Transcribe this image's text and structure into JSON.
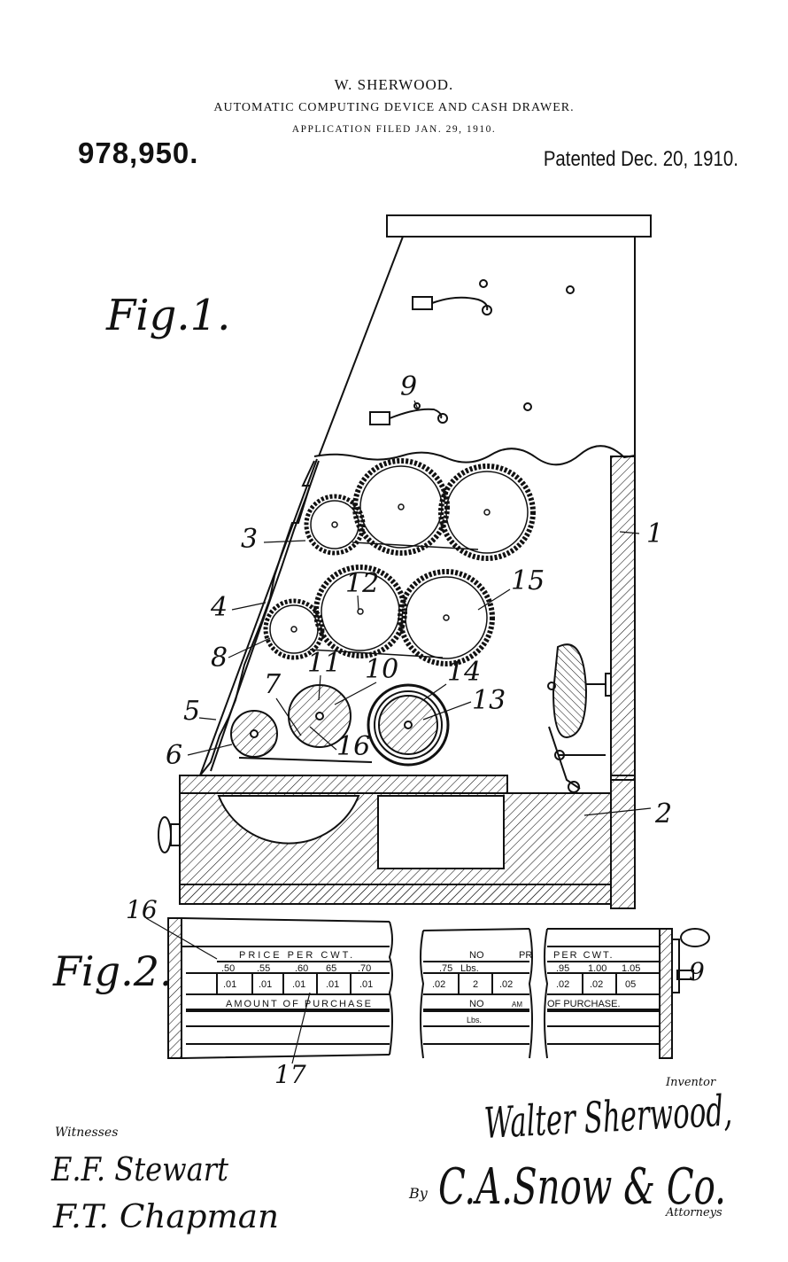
{
  "header": {
    "inventor": "W. SHERWOOD.",
    "title": "AUTOMATIC COMPUTING DEVICE AND CASH DRAWER.",
    "filed": "APPLICATION FILED JAN. 29, 1910.",
    "patent_number": "978,950.",
    "patented": "Patented Dec. 20, 1910."
  },
  "figures": {
    "fig1_label": "Fig.1.",
    "fig2_label": "Fig.2."
  },
  "reference_numerals": {
    "n1": "1",
    "n2": "2",
    "n3": "3",
    "n4": "4",
    "n5": "5",
    "n6": "6",
    "n7": "7",
    "n8": "8",
    "n9": "9",
    "n9b": "9",
    "n10": "10",
    "n11": "11",
    "n12": "12",
    "n13": "13",
    "n14": "14",
    "n15": "15",
    "n16": "16",
    "n16b": "16",
    "n17": "17"
  },
  "strip": {
    "price_header_1": "PRICE PER CWT.",
    "prices_1": [
      ".50",
      ".55",
      ".60",
      "65",
      ".70"
    ],
    "amounts_1": [
      ".01",
      ".01",
      ".01",
      ".01",
      ".01"
    ],
    "amount_label_1": "AMOUNT OF PURCHASE",
    "no_label": "NO",
    "lbs_values": [
      ".75",
      "Lbs."
    ],
    "pr_fragment": "PR",
    "middle_values": [
      ".02",
      "2",
      ".02"
    ],
    "am_fragment": "AM",
    "no_label_2": "NO",
    "lbs_label": "Lbs.",
    "price_header_2": "PER CWT.",
    "prices_2": [
      ".95",
      "1.00",
      "1.05"
    ],
    "amounts_2": [
      ".02",
      ".02",
      "05"
    ],
    "amount_label_2": "OF PURCHASE."
  },
  "signatures": {
    "inventor_label": "Inventor",
    "inventor_signature": "Walter Sherwood,",
    "witnesses_label": "Witnesses",
    "witness_1": "E.F. Stewart",
    "witness_2": "F.T. Chapman",
    "by_label": "By",
    "attorney_signature": "C.A.Snow & Co.",
    "attorneys_label": "Attorneys"
  }
}
